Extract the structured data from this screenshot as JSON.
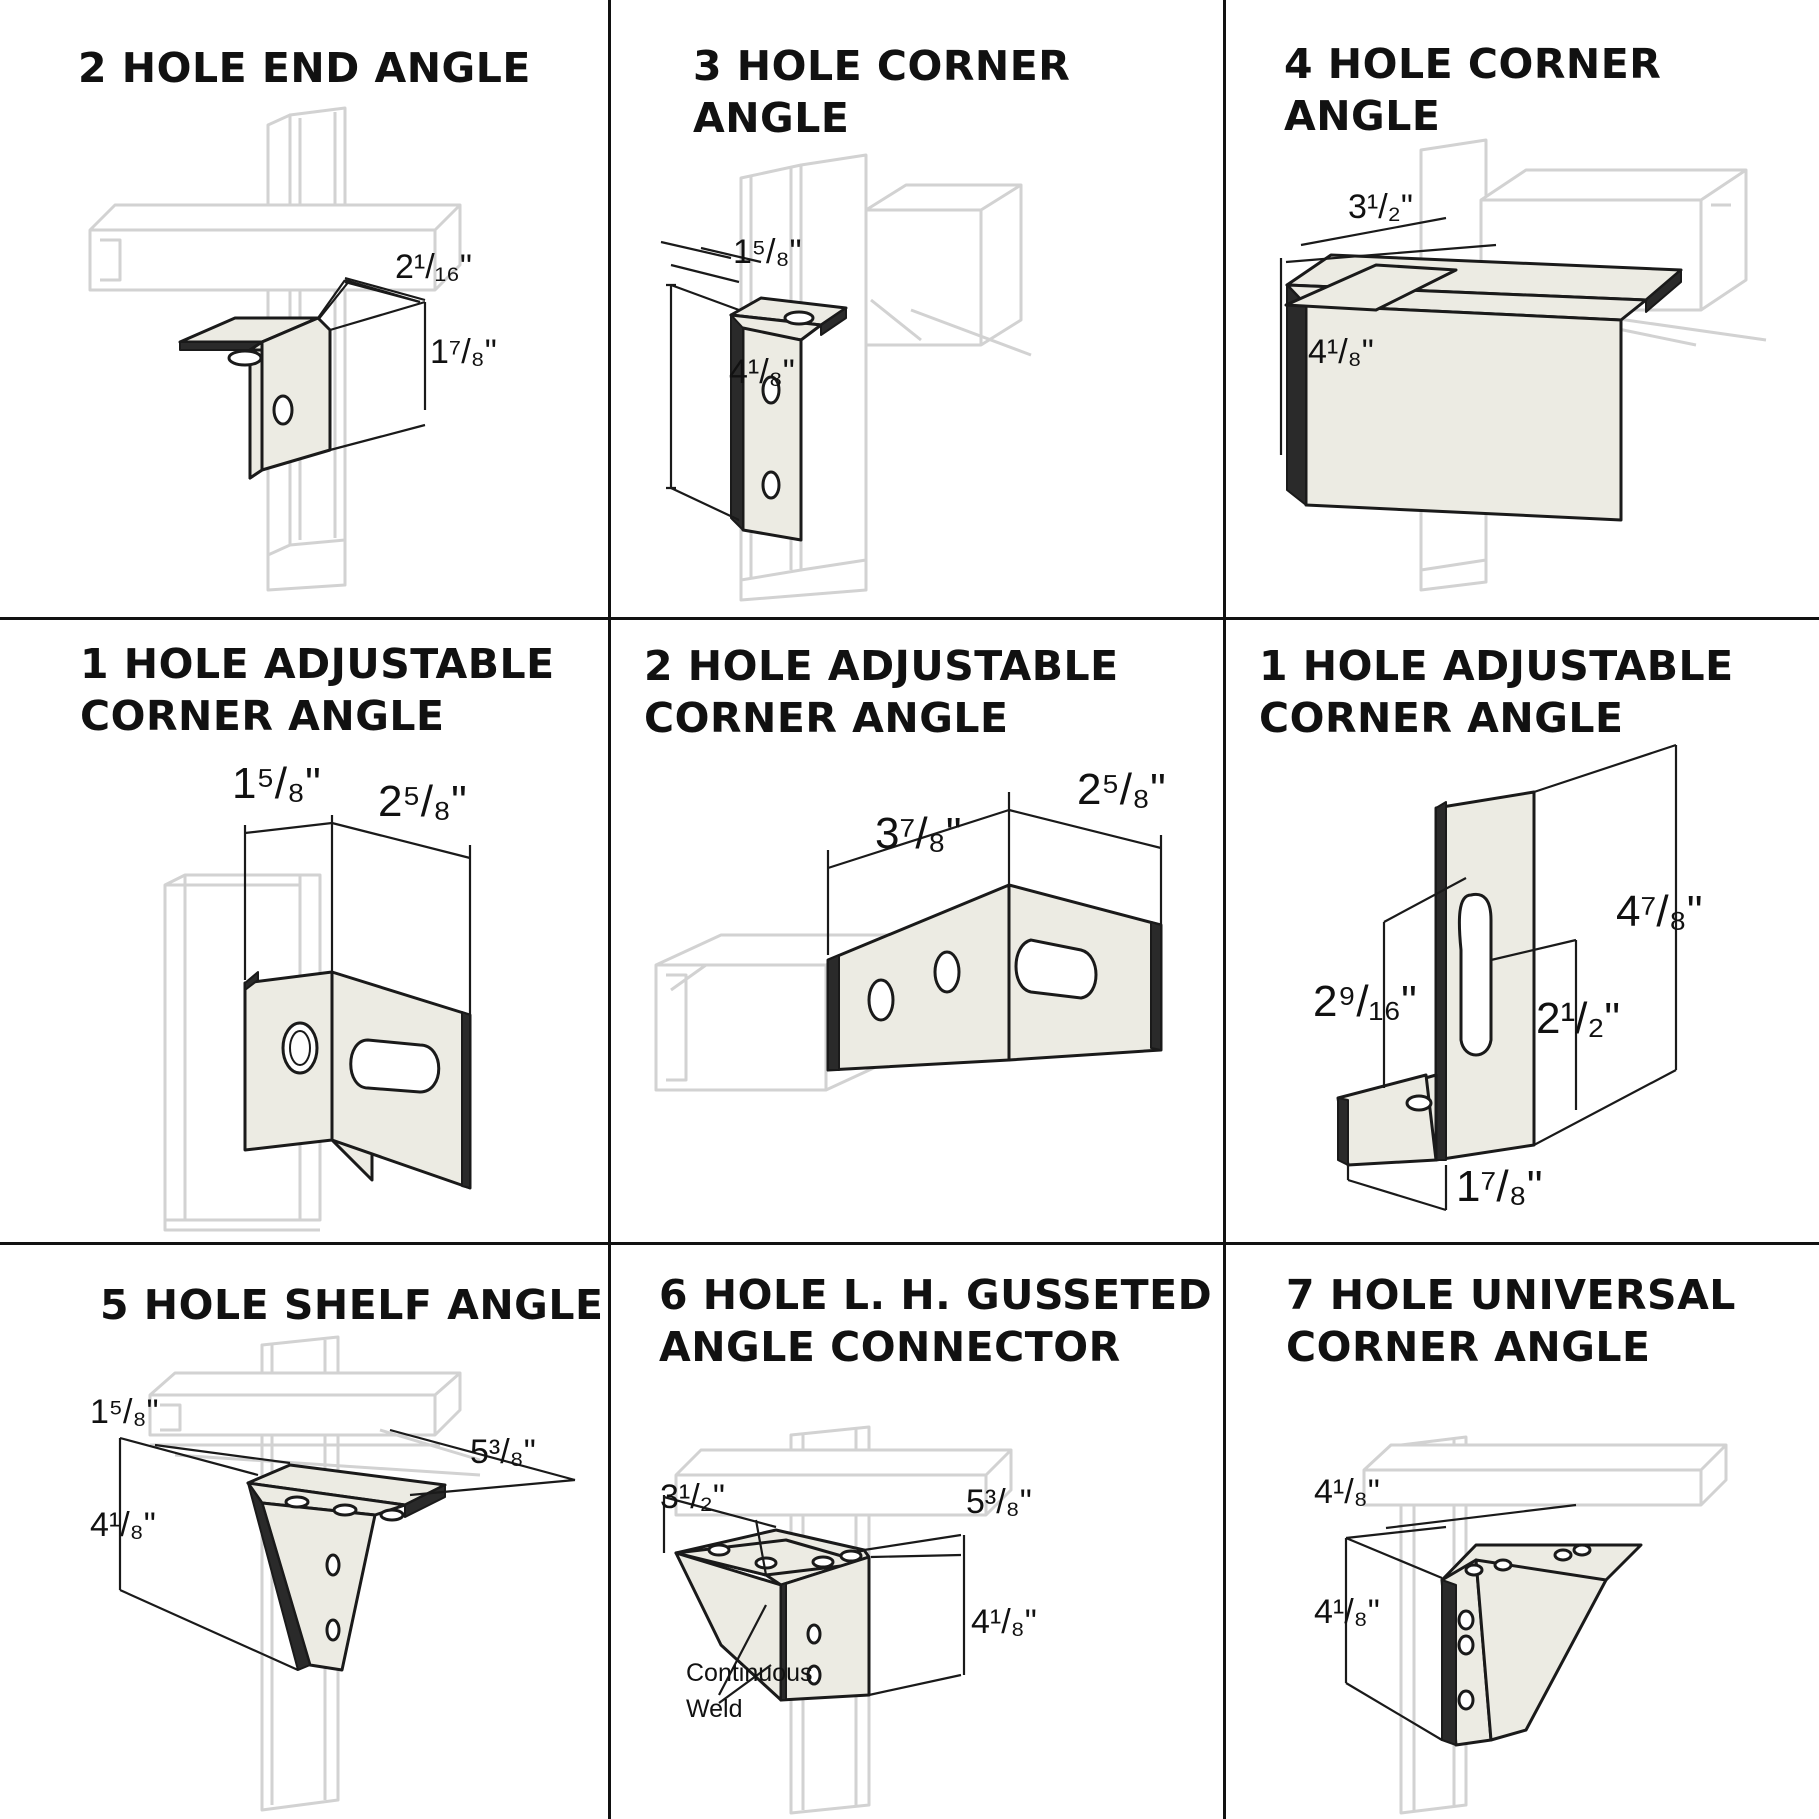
{
  "cells": [
    {
      "title_lines": [
        "2 HOLE END ANGLE"
      ],
      "dims": [
        "2¹/₁₆\"",
        "1⁷/₈\""
      ]
    },
    {
      "title_lines": [
        "3 HOLE CORNER",
        "ANGLE"
      ],
      "dims": [
        "1⁵/₈\"",
        "4¹/₈\""
      ]
    },
    {
      "title_lines": [
        "4 HOLE CORNER",
        "ANGLE"
      ],
      "dims": [
        "3¹/₂\"",
        "4¹/₈\""
      ]
    },
    {
      "title_lines": [
        "1 HOLE ADJUSTABLE",
        "CORNER ANGLE"
      ],
      "dims": [
        "1⁵/₈\"",
        "2⁵/₈\""
      ]
    },
    {
      "title_lines": [
        "2 HOLE ADJUSTABLE",
        "CORNER ANGLE"
      ],
      "dims": [
        "3⁷/₈\"",
        "2⁵/₈\""
      ]
    },
    {
      "title_lines": [
        "1 HOLE ADJUSTABLE",
        "CORNER ANGLE"
      ],
      "dims": [
        "4⁷/₈\"",
        "2⁹/₁₆\"",
        "2¹/₂\"",
        "1⁷/₈\""
      ]
    },
    {
      "title_lines": [
        "5 HOLE SHELF ANGLE"
      ],
      "dims": [
        "1⁵/₈\"",
        "5³/₈\"",
        "4¹/₈\""
      ]
    },
    {
      "title_lines": [
        "6 HOLE L. H. GUSSETED",
        "ANGLE CONNECTOR"
      ],
      "dims": [
        "3¹/₂\"",
        "5³/₈\"",
        "4¹/₈\""
      ],
      "notes": [
        "Continuous",
        "Weld"
      ]
    },
    {
      "title_lines": [
        "7 HOLE UNIVERSAL",
        "CORNER ANGLE"
      ],
      "dims": [
        "4¹/₈\"",
        "4¹/₈\""
      ]
    }
  ]
}
